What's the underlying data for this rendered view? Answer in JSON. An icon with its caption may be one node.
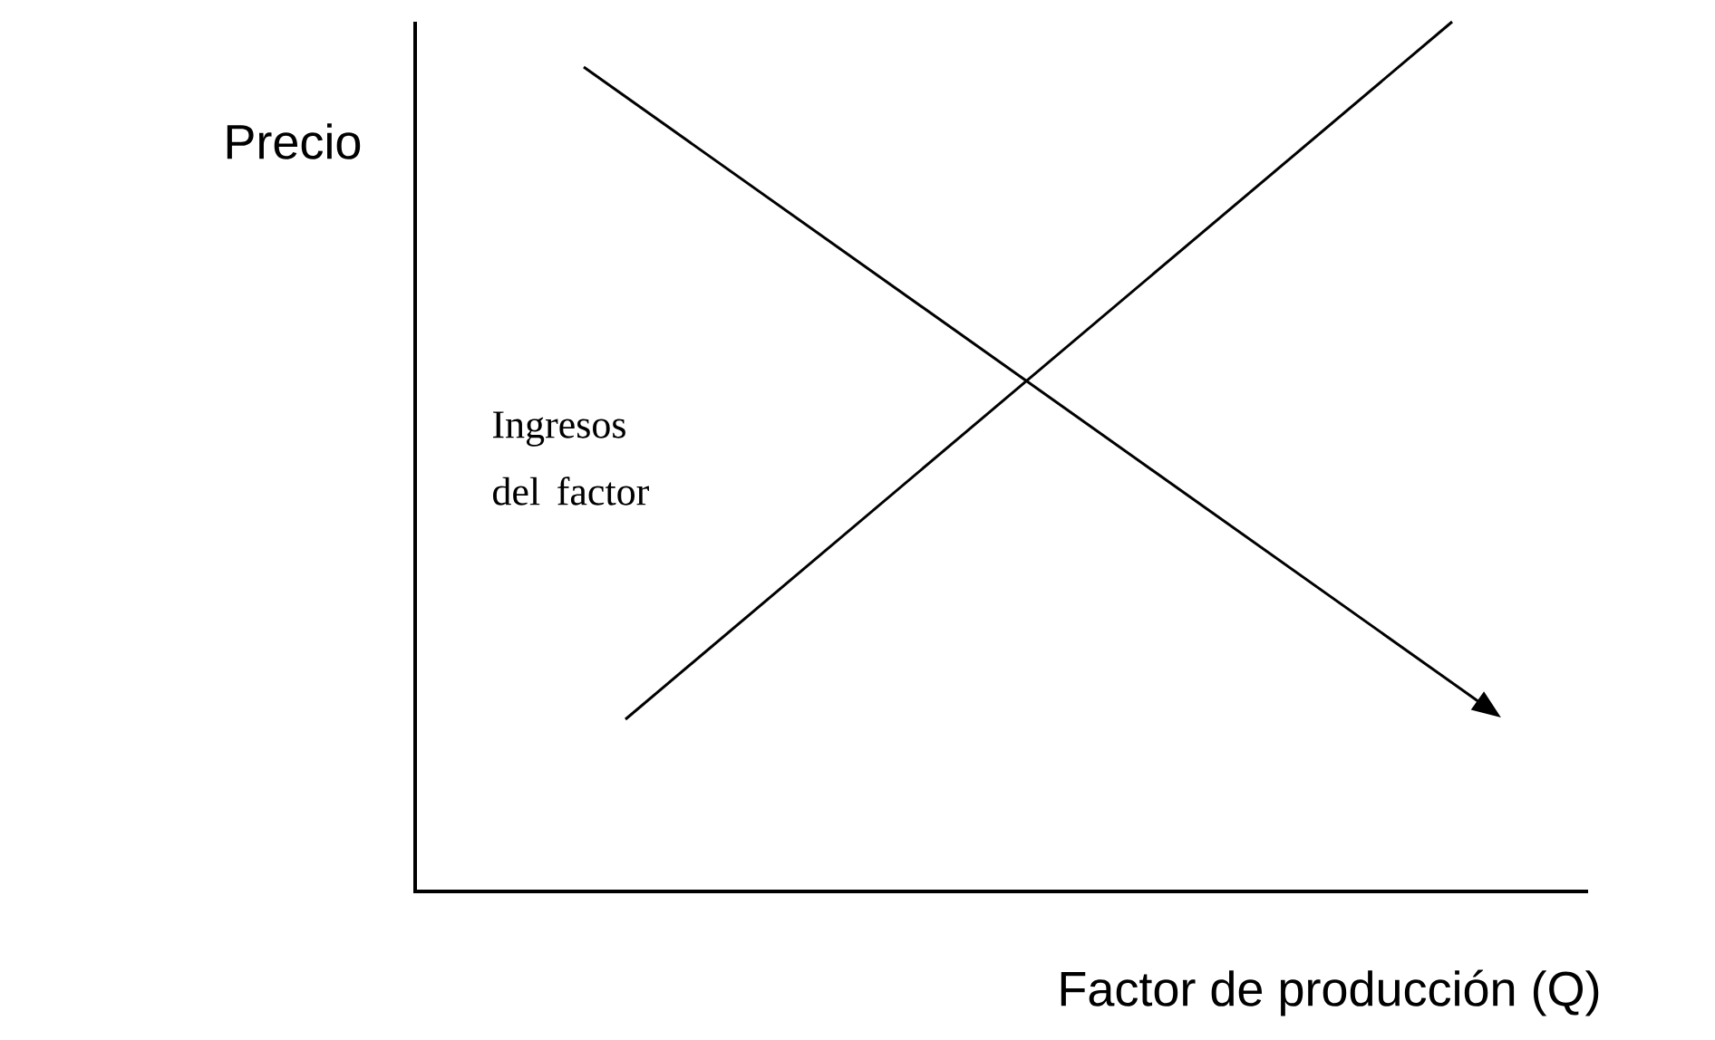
{
  "diagram": {
    "labels": [
      "Precio",
      "Ingresos del factor",
      "Factor de producción (Q)"
    ]
  }
}
